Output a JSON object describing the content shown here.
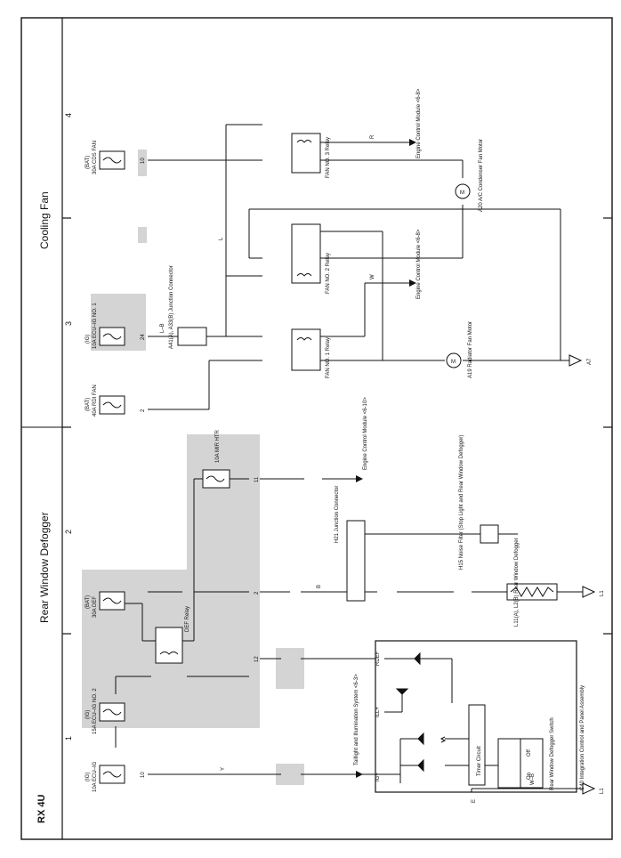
{
  "page": {
    "code": "RX 4U"
  },
  "sections": [
    {
      "title": "Rear Window Defogger"
    },
    {
      "title": "Cooling Fan"
    }
  ],
  "columns": [
    "1",
    "2",
    "3",
    "4"
  ],
  "fuses": [
    {
      "source": "(IG)",
      "label": "10A ECU–IG",
      "pin": "10"
    },
    {
      "source": "(IG)",
      "label": "15A ECU–IG NO. 2",
      "pin": "12"
    },
    {
      "source": "(BAT)",
      "label": "30A DEF",
      "pin": "2"
    },
    {
      "source": "",
      "label": "10A MIR HTR",
      "pin": "11"
    },
    {
      "source": "(BAT)",
      "label": "40A RDI FAN",
      "pin": "2"
    },
    {
      "source": "(IG)",
      "label": "10A ECU–IG NO. 1",
      "pin": "24"
    },
    {
      "source": "(BAT)",
      "label": "30A CDS FAN",
      "pin": "10"
    }
  ],
  "relays": [
    {
      "name": "DEF Relay"
    },
    {
      "name": "FAN NO. 1 Relay"
    },
    {
      "name": "FAN NO. 2 Relay"
    },
    {
      "name": "FAN NO. 3 Relay"
    }
  ],
  "components": [
    {
      "label": "C40 Integration Control and Panel Assembly"
    },
    {
      "label": "Rear Window Defogger Switch"
    },
    {
      "label": "Timer Circuit"
    },
    {
      "label": "On"
    },
    {
      "label": "Off"
    },
    {
      "label": "L11(A), L2(B) Rear Window Defogger"
    },
    {
      "label": "H15 Noise Filter (Stop Light and Rear Window Defogger)"
    },
    {
      "label": "H21 Junction Connector"
    },
    {
      "label": "A19 Radiator Fan Motor"
    },
    {
      "label": "A20 A/C Condenser Fan Motor"
    },
    {
      "label": "A41(A), A33(B) Junction Connector"
    }
  ],
  "terminals": [
    {
      "label": "IG+"
    },
    {
      "label": "ILL+"
    },
    {
      "label": "RDEF"
    },
    {
      "label": "E"
    }
  ],
  "references": [
    {
      "label": "Taillight and Illumination System <6-3>"
    },
    {
      "label": "Engine Control Module <6-10>"
    },
    {
      "label": "Engine Control Module <6-8>"
    },
    {
      "label": "Engine Control Module <6-8>"
    }
  ],
  "grounds": [
    {
      "label": "L1"
    },
    {
      "label": "L1"
    },
    {
      "label": "A7"
    }
  ],
  "wires": {
    "y": "Y",
    "b": "B",
    "wb": "W–B",
    "lb": "L–B",
    "w": "W",
    "r": "R",
    "l": "L"
  },
  "colors": {
    "ink": "#111111",
    "shade": "#d4d4d4",
    "paper": "#ffffff"
  }
}
